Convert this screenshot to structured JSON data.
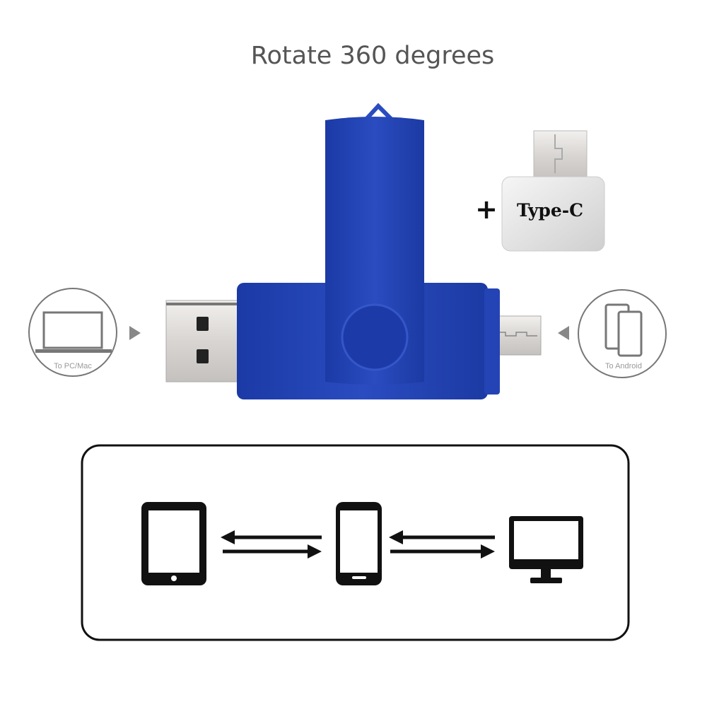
{
  "title": "Rotate 360 degrees",
  "left_badge": {
    "caption": "To PC/Mac",
    "icon": "laptop-icon"
  },
  "right_badge": {
    "caption": "To Android",
    "icon": "phones-icon"
  },
  "adapter": {
    "plus": "+",
    "label": "Type-C"
  },
  "colors": {
    "drive_blue": "#1f3fae",
    "drive_highlight": "#3556c8",
    "text_gray": "#555555"
  },
  "diagram": {
    "icons": [
      "tablet-icon",
      "phone-icon",
      "monitor-icon"
    ]
  }
}
